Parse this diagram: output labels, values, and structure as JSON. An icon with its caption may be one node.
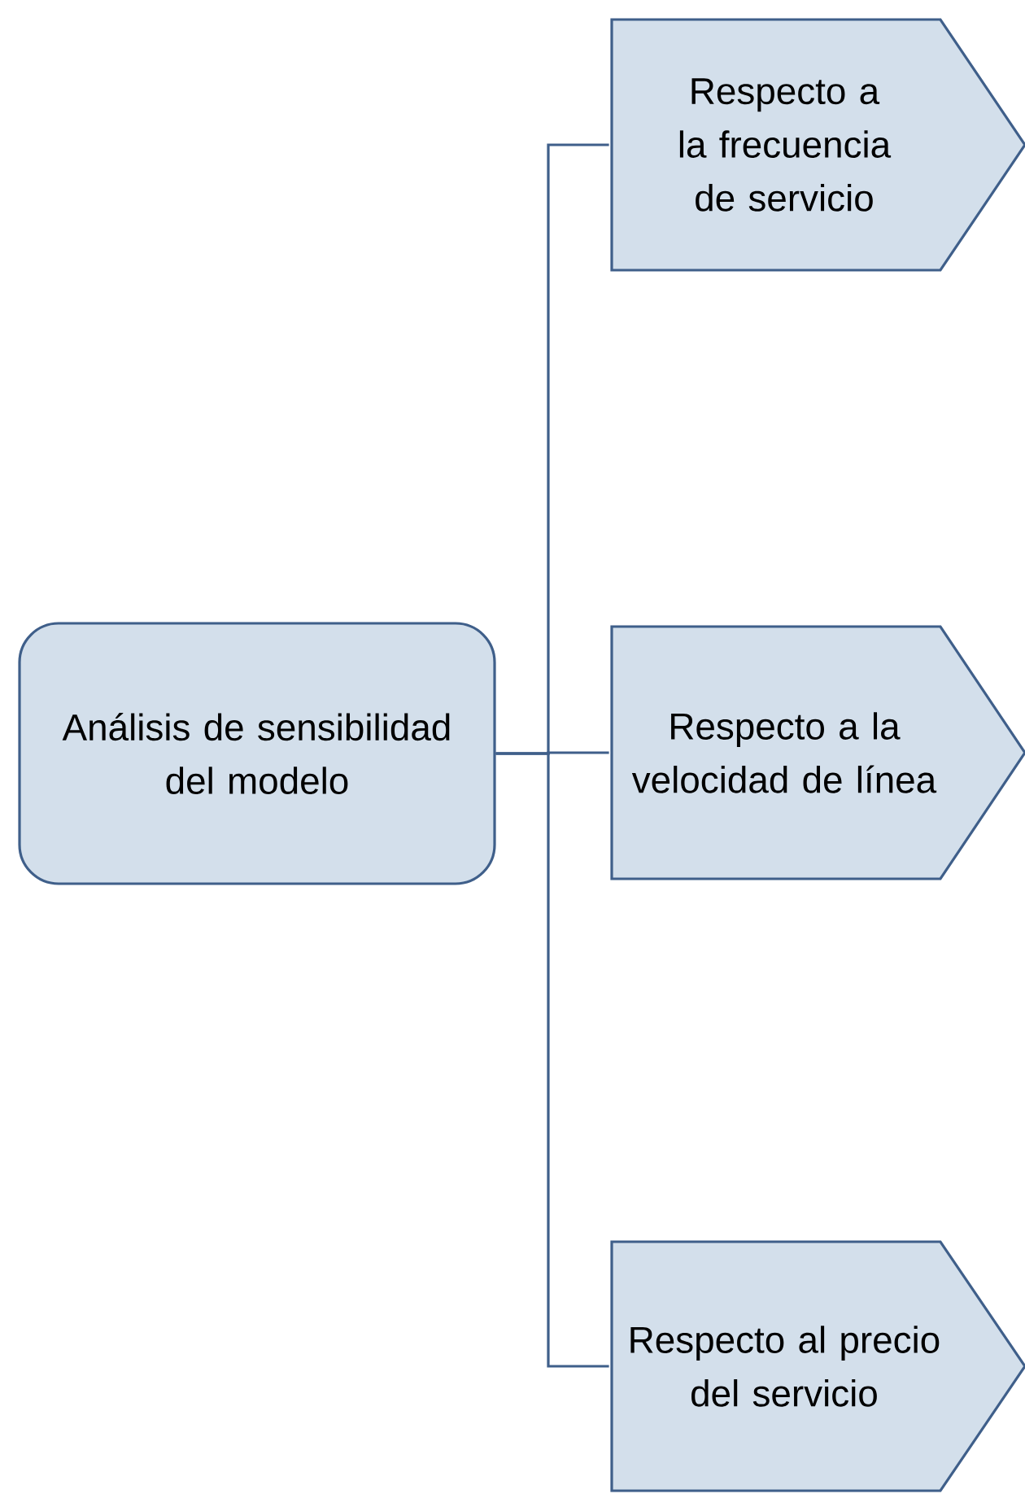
{
  "diagram": {
    "nodes": [
      {
        "text": [
          "Análisis de sensibilidad del modelo"
        ]
      },
      {
        "text": [
          "Respecto a la frecuencia de servicio"
        ]
      },
      {
        "text": [
          "Respecto a la velocidad de línea"
        ]
      },
      {
        "text": [
          "Respecto al precio del servicio"
        ]
      }
    ],
    "edges": [
      {
        "from": 0,
        "to": 1,
        "arrow": "none"
      },
      {
        "from": 0,
        "to": 2,
        "arrow": "none"
      },
      {
        "from": 0,
        "to": 3,
        "arrow": "none"
      }
    ]
  }
}
